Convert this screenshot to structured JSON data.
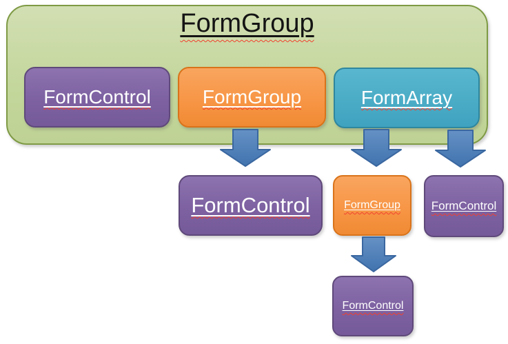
{
  "diagram": {
    "title": "FormGroup",
    "root_group": {
      "label": "FormGroup"
    },
    "children": [
      {
        "label": "FormControl",
        "type": "form-control"
      },
      {
        "label": "FormGroup",
        "type": "form-group"
      },
      {
        "label": "FormArray",
        "type": "form-array"
      }
    ],
    "level2": [
      {
        "label": "FormControl",
        "type": "form-control",
        "parent": "FormGroup"
      },
      {
        "label": "FormGroup",
        "type": "form-group",
        "parent": "FormArray"
      },
      {
        "label": "FormControl",
        "type": "form-control",
        "parent": "FormArray"
      }
    ],
    "level3": [
      {
        "label": "FormControl",
        "type": "form-control",
        "parent": "FormGroup"
      }
    ],
    "icons": {
      "arrow": "down-arrow"
    },
    "colors": {
      "green_fill": "#C3D69B",
      "green_border": "#7E9A44",
      "purple_fill": "#8064A2",
      "purple_border": "#5F497A",
      "orange_fill": "#F79646",
      "orange_border": "#D9731A",
      "teal_fill": "#4BACC6",
      "teal_border": "#2E869E",
      "arrow_fill": "#4F81BD",
      "arrow_border": "#3A67A0",
      "squiggle": "#F2402E",
      "title_text": "#141414",
      "box_text": "#FFFFFF"
    }
  }
}
